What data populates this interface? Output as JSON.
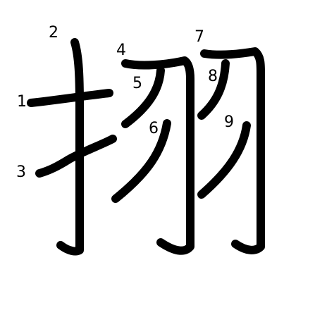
{
  "diagram": {
    "stroke_color": "#000000",
    "background_color": "#ffffff",
    "strokes": [
      {
        "number": "1"
      },
      {
        "number": "2"
      },
      {
        "number": "3"
      },
      {
        "number": "4"
      },
      {
        "number": "5"
      },
      {
        "number": "6"
      },
      {
        "number": "7"
      },
      {
        "number": "8"
      },
      {
        "number": "9"
      }
    ]
  }
}
